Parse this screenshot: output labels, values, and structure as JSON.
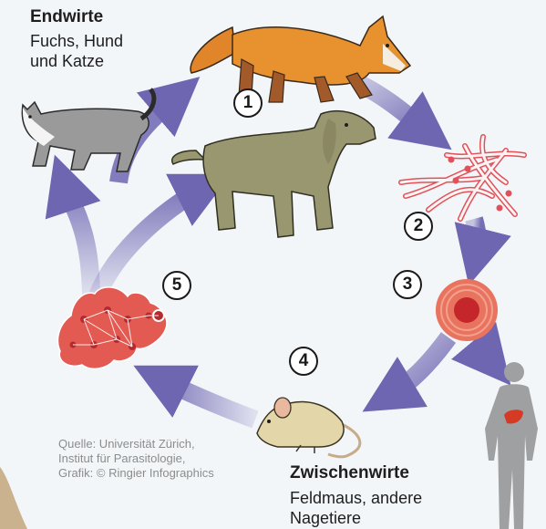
{
  "hosts": {
    "definitive_title": "Endwirte",
    "definitive_line1": "Fuchs, Hund",
    "definitive_line2": "und Katze",
    "intermediate_title": "Zwischenwirte",
    "intermediate_line1": "Feldmaus, andere",
    "intermediate_line2": "Nagetiere"
  },
  "steps": [
    "1",
    "2",
    "3",
    "4",
    "5"
  ],
  "credit": {
    "line1": "Quelle: Universität Zürich,",
    "line2": "Institut für Parasitologie,",
    "line3": "Grafik: © Ringier Infographics"
  },
  "icons": [
    "fox",
    "cat",
    "dog",
    "worm",
    "egg",
    "human",
    "liver",
    "mouse",
    "cyst"
  ],
  "colors": {
    "background": "#f3f6f9",
    "arrow": "#6f66b2",
    "fox": "#e8912f",
    "dog": "#99976f",
    "cat": "#9a9a9a",
    "worm": "#e0515a",
    "cyst": "#e25a52",
    "mouse": "#e3d6a9",
    "human": "#9fa0a2",
    "liver": "#d43a24"
  }
}
